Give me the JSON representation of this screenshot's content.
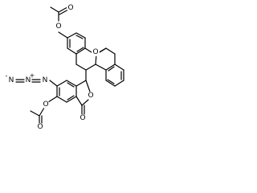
{
  "molecule": {
    "atom_labels": {
      "o_ester_top": "O",
      "o_carbonyl_top": "O",
      "o_xanthene_ring": "O",
      "n_azide_1": "N",
      "n_azide_2": "N",
      "n_azide_3": "N",
      "plus_sign": "+",
      "minus_sign": "-",
      "o_ester_left": "O",
      "o_carbonyl_left": "O",
      "o_lactone_ring": "O",
      "o_lactone_carbonyl": "O"
    },
    "bond_color": "#000000",
    "background_color": "#ffffff"
  }
}
